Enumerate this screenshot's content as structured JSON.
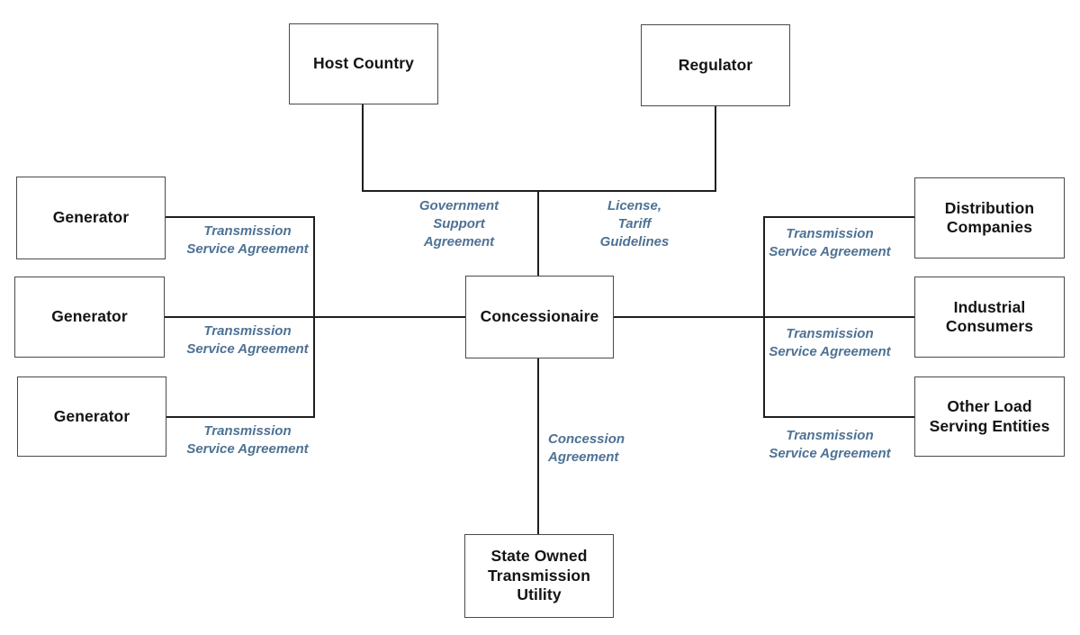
{
  "diagram": {
    "colors": {
      "background": "#ffffff",
      "line": "#1f1f1f",
      "box_border": "#4a4a4a",
      "box_text": "#141414",
      "label_blue": "#4e7294"
    },
    "nodes": {
      "host_country": {
        "label": "Host Country"
      },
      "regulator": {
        "label": "Regulator"
      },
      "generator_1": {
        "label": "Generator"
      },
      "generator_2": {
        "label": "Generator"
      },
      "generator_3": {
        "label": "Generator"
      },
      "concessionaire": {
        "label": "Concessionaire"
      },
      "distribution_companies": {
        "label": "Distribution\nCompanies"
      },
      "industrial_consumers": {
        "label": "Industrial\nConsumers"
      },
      "other_load_serving_entities": {
        "label": "Other Load\nServing Entities"
      },
      "state_owned_transmission_utility": {
        "label": "State Owned\nTransmission\nUtility"
      }
    },
    "edge_labels": {
      "government_support": {
        "text": "Government\nSupport\nAgreement"
      },
      "license_tariff": {
        "text": "License,\nTariff\nGuidelines"
      },
      "tsa_left_1": {
        "text": "Transmission\nService Agreement"
      },
      "tsa_left_2": {
        "text": "Transmission\nService Agreement"
      },
      "tsa_left_3": {
        "text": "Transmission\nService Agreement"
      },
      "tsa_right_1": {
        "text": "Transmission\nService Agreement"
      },
      "tsa_right_2": {
        "text": "Transmission\nService Agreement"
      },
      "tsa_right_3": {
        "text": "Transmission\nService Agreement"
      },
      "concession": {
        "text": "Concession\nAgreement"
      }
    }
  }
}
